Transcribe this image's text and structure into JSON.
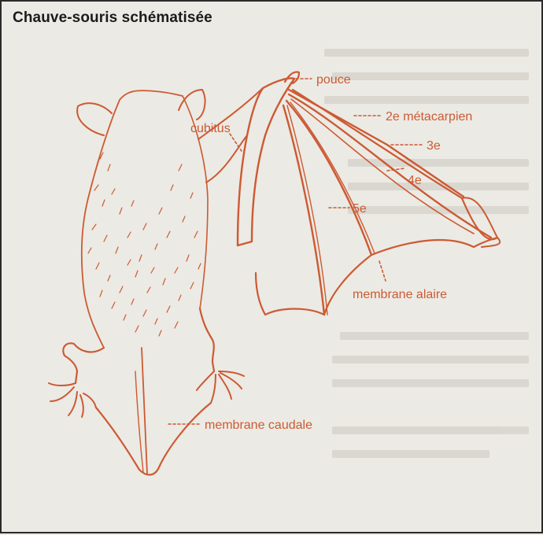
{
  "title": "Chauve-souris schématisée",
  "colors": {
    "ink": "#cc5a33",
    "frame": "#2a2a2a",
    "background": "#eceae4",
    "title": "#1b1b1b"
  },
  "labels": {
    "pouce": "pouce",
    "metacarpien2": "2e métacarpien",
    "d3": "3e",
    "d4": "4e",
    "d5": "5e",
    "cubitus": "cubitus",
    "membrane_alaire": "membrane alaire",
    "membrane_caudale": "membrane caudale"
  }
}
